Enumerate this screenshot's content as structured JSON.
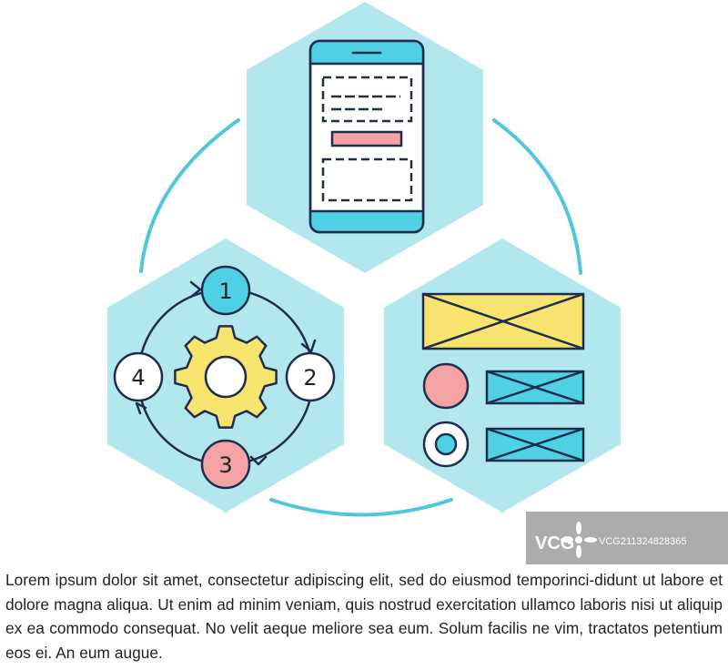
{
  "cycle": {
    "steps": [
      "1",
      "2",
      "3",
      "4"
    ]
  },
  "watermark": {
    "logo_text": "VCG",
    "id_text": "VCG211324828365"
  },
  "caption": "Lorem ipsum dolor sit amet, consectetur adipiscing elit, sed do eiusmod temporinci-didunt ut labore et dolore magna aliqua. Ut enim ad minim veniam, quis nostrud exercitation ullamco laboris nisi ut aliquip ex ea commodo consequat. No velit aeque meliore sea eum. Solum facilis ne vim, tractatos petentium eos ei. An eum augue.",
  "colors": {
    "hexagon": "#b3e7ee",
    "connector": "#50c8dc",
    "accent_blue": "#4fd0e4",
    "accent_pink": "#f4a3a4",
    "accent_yellow": "#f7e46e",
    "outline": "#1f2d4d"
  },
  "icons": [
    "smartphone-icon",
    "gear-icon",
    "wireframe-layout-icon"
  ]
}
